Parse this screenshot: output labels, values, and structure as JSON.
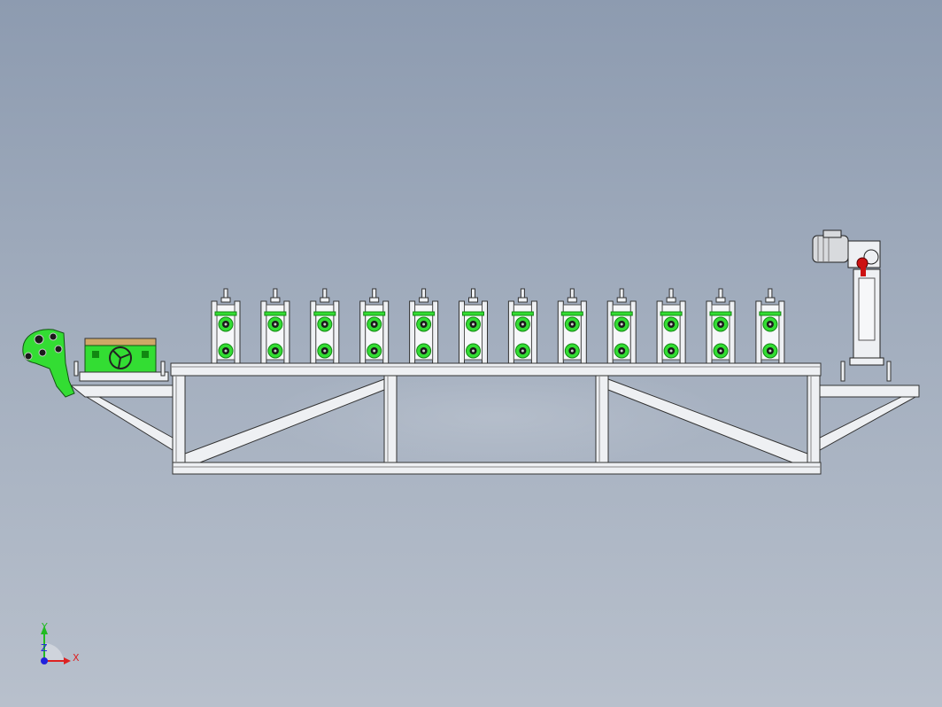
{
  "viewport": {
    "background_top": "#8d9bb0",
    "background_bottom": "#b8c0cc"
  },
  "machine": {
    "description_icons": [
      "roll-forming-machine"
    ],
    "roller_stand_count": 12,
    "colors": {
      "frame_fill": "#eef0f3",
      "frame_stroke": "#333333",
      "part_green": "#33dd33",
      "part_green_dark": "#118811",
      "motor_gray": "#d8dadd",
      "accent_red": "#cc1111"
    }
  },
  "triad": {
    "x_label": "X",
    "y_label": "Y",
    "z_label": "Z",
    "x_color": "#dd2222",
    "y_color": "#22bb22",
    "z_color": "#2222dd"
  }
}
